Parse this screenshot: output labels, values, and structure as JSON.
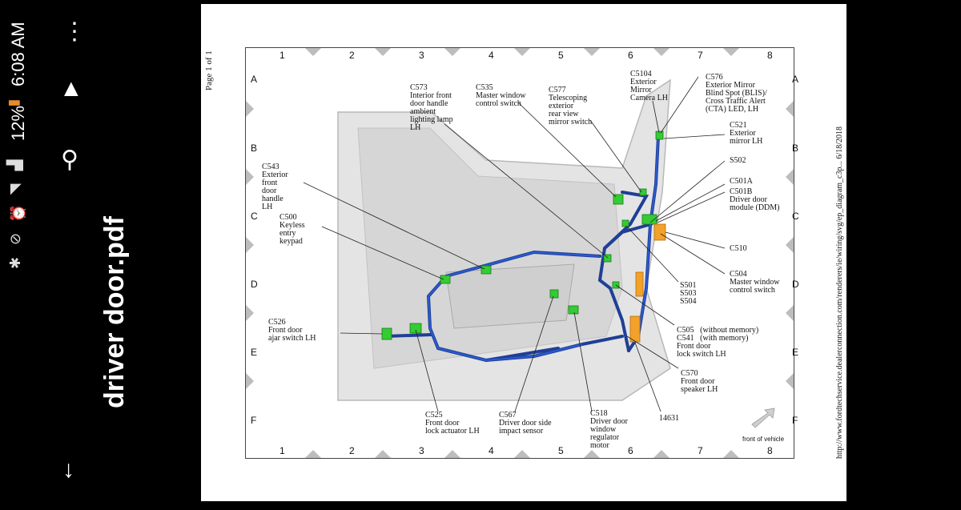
{
  "status": {
    "time": "6:08 AM",
    "battery": "12%",
    "icons": [
      "bluetooth-icon",
      "mute-icon",
      "alarm-icon",
      "wifi-icon",
      "signal-icon",
      "battery-icon"
    ]
  },
  "appbar": {
    "title": "driver door.pdf",
    "icons": [
      "more-vert-icon",
      "drive-add-icon",
      "search-icon",
      "download-icon"
    ]
  },
  "page": {
    "page_label": "Page 1 of 1",
    "side_url": "http://www.fordtechservice.dealerconnection.com/renderers/ie/wiring/svg/ep_diagram_c3p...     6/18/2018",
    "columns": [
      "1",
      "2",
      "3",
      "4",
      "5",
      "6",
      "7",
      "8"
    ],
    "rows": [
      "A",
      "B",
      "C",
      "D",
      "E",
      "F"
    ],
    "front_label": "front of vehicle",
    "labels": {
      "c573": "C573\nInterior front\ndoor handle\nambient\nlighting lamp\nLH",
      "c535": "C535\nMaster window\ncontrol switch",
      "c577": "C577\nTelescoping\nexterior\nrear view\nmirror switch",
      "c5104": "C5104\nExterior\nMirror\nCamera LH",
      "c576": "C576\nExterior Mirror\nBlind Spot (BLIS)/\nCross Traffic Alert\n(CTA) LED, LH",
      "c521": "C521\nExterior\nmirror LH",
      "s502": "S502",
      "c501a": "C501A",
      "c501b": "C501B\nDriver door\nmodule (DDM)",
      "c543": "C543\nExterior\nfront\ndoor\nhandle\nLH",
      "c500": "C500\nKeyless\nentry\nkeypad",
      "c510": "C510",
      "c504": "C504\nMaster window\ncontrol switch",
      "s501": "S501\nS503\nS504",
      "c505": "C505   (without memory)\nC541   (with memory)\nFront door\nlock switch LH",
      "c526": "C526\nFront door\najar switch LH",
      "c570": "C570\nFront door\nspeaker LH",
      "c525": "C525\nFront door\nlock actuator LH",
      "c567": "C567\nDriver door side\nimpact sensor",
      "c518": "C518\nDriver door\nwindow\nregulator\nmotor",
      "n14631": "14631"
    }
  }
}
